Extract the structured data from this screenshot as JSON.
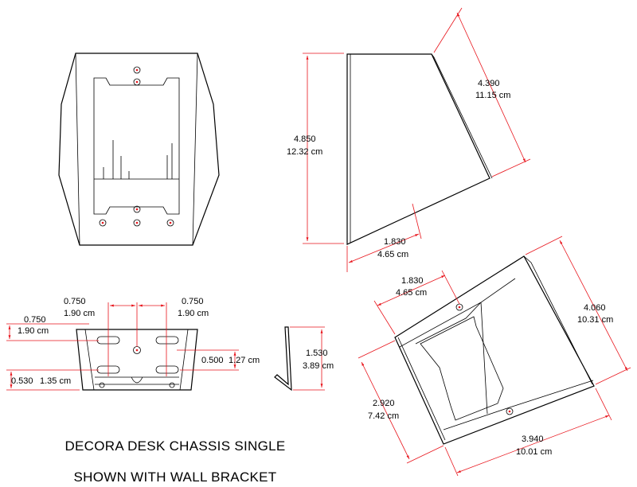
{
  "title": {
    "line1": "DECORA DESK CHASSIS SINGLE",
    "line2": "SHOWN WITH WALL BRACKET"
  },
  "colors": {
    "line": "#000000",
    "dimension": "#e8141b"
  },
  "side_view": {
    "height": {
      "in": "4.850",
      "cm": "12.32 cm"
    },
    "slope": {
      "in": "4.390",
      "cm": "11.15 cm"
    },
    "base": {
      "in": "1.830",
      "cm": "4.65 cm"
    }
  },
  "bracket_view": {
    "left_spacing": {
      "in": "0.750",
      "cm": "1.90 cm"
    },
    "right_spacing": {
      "in": "0.750",
      "cm": "1.90 cm"
    },
    "top_offset": {
      "in": "0.750",
      "cm": "1.90 cm"
    },
    "bottom_offset": {
      "in": "0.530",
      "cm": "1.35 cm"
    },
    "hole_offset": {
      "in": "0.500",
      "cm": "1.27 cm"
    },
    "bracket_height": {
      "in": "1.530",
      "cm": "3.89 cm"
    }
  },
  "iso_view": {
    "top_depth": {
      "in": "1.830",
      "cm": "4.65 cm"
    },
    "height": {
      "in": "4.060",
      "cm": "10.31 cm"
    },
    "side": {
      "in": "2.920",
      "cm": "7.42 cm"
    },
    "base": {
      "in": "3.940",
      "cm": "10.01 cm"
    }
  }
}
